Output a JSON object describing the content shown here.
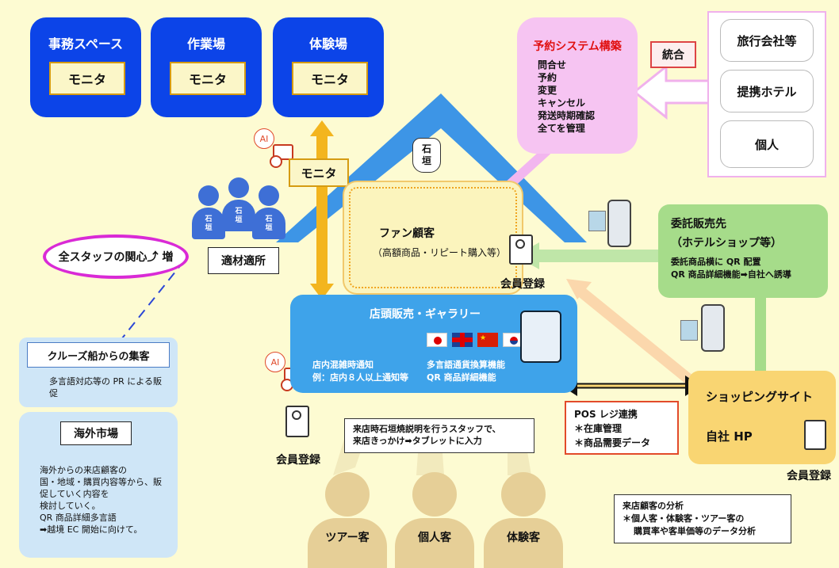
{
  "rooms": [
    {
      "title": "事務スペース",
      "monitor": "モニタ"
    },
    {
      "title": "作業場",
      "monitor": "モニタ"
    },
    {
      "title": "体験場",
      "monitor": "モニタ"
    }
  ],
  "reservation": {
    "title": "予約システム構築",
    "items": [
      "問合せ",
      "予約",
      "変更",
      "キャンセル",
      "発送時期確認",
      "全てを管理"
    ]
  },
  "integration_label": "統合",
  "channels": [
    "旅行会社等",
    "提携ホテル",
    "個人"
  ],
  "ai_label": "AI",
  "monitor_center": "モニタ",
  "ishigaki_mark": "石\n垣",
  "staff_badge": "石\n垣",
  "staff_interest": "全スタッフの関心⤴ 増",
  "right_person": "適材適所",
  "fan": {
    "title": "ファン顧客",
    "subtitle": "（高額商品・リピート購入等）"
  },
  "member_registration": "会員登録",
  "consign": {
    "title1": "委託販売先",
    "title2": "（ホテルショップ等）",
    "line1": "委託商品横に QR 配置",
    "line2": "QR 商品詳細機能➡自社へ誘導"
  },
  "store": {
    "title": "店頭販売・ギャラリー",
    "congestion1": "店内混雑時通知",
    "congestion2": "例：店内８人以上通知等",
    "feature1": "多言語通貨換算機能",
    "feature2": "QR 商品詳細機能"
  },
  "cruise": {
    "title": "クルーズ船からの集客",
    "text": "多言語対応等の PR による販促"
  },
  "overseas": {
    "title": "海外市場",
    "lines": [
      "海外からの来店顧客の",
      "国・地域・購買内容等から、販",
      "促していく内容を",
      "検討していく。",
      "QR 商品詳細多言語",
      "➡越境 EC 開始に向けて。"
    ]
  },
  "staff_note": {
    "line1": "来店時石垣焼説明を行うスタッフで、",
    "line2": "来店きっかけ➡タブレットに入力"
  },
  "pos": {
    "title": "POS レジ連携",
    "item1": "＊在庫管理",
    "item2": "＊商品需要データ"
  },
  "shopping": {
    "title": "ショッピングサイト",
    "hp": "自社 HP"
  },
  "analysis": {
    "title": "来店顧客の分析",
    "line1": "＊個人客・体験客・ツアー客の",
    "line2": "購買率や客単価等のデータ分析"
  },
  "customers": [
    "ツアー客",
    "個人客",
    "体験客"
  ],
  "colors": {
    "room_blue": "#0c44e8",
    "roof_blue": "#3d95e6",
    "store_blue": "#3ea3ea",
    "reservation_pink": "#f6c4f2",
    "consign_green": "#a6dc8a",
    "shop_yellow": "#f9d572",
    "arrow_yellow": "#f3b51e",
    "customer_tan": "#e6cf97"
  }
}
